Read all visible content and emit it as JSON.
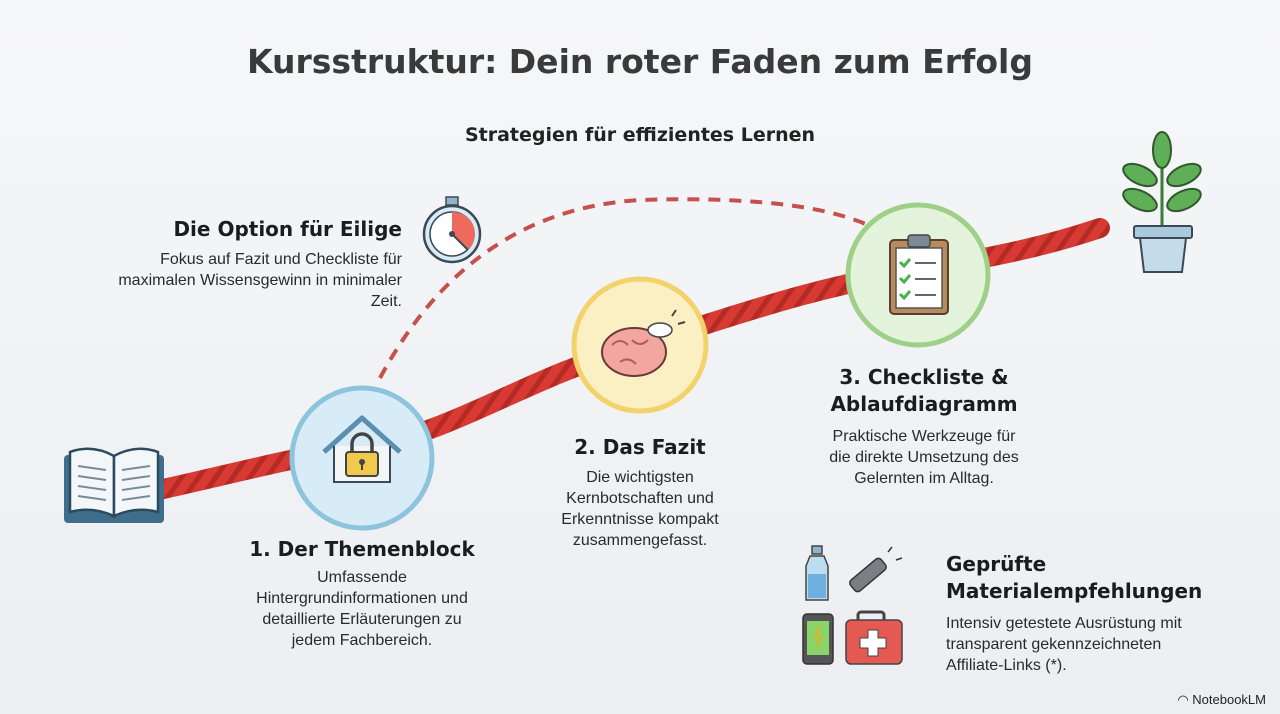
{
  "header": {
    "title": "Kursstruktur: Dein roter Faden zum Erfolg",
    "subtitle": "Strategien für effizientes Lernen"
  },
  "colors": {
    "rope": "#d63a32",
    "dashed": "#c8504c",
    "blue_node": "#d7ecf6",
    "yellow_node": "#fbefc4",
    "green_node": "#e3f3dc"
  },
  "fast_option": {
    "heading": "Die Option für Eilige",
    "lines": [
      "Fokus auf Fazit und Checkliste für",
      "maximalen Wissensgewinn in minimaler",
      "Zeit."
    ],
    "icon": "stopwatch-icon"
  },
  "steps": [
    {
      "heading": "1. Der Themenblock",
      "lines": [
        "Umfassende",
        "Hintergrundinformationen und",
        "detaillierte Erläuterungen zu",
        "jedem Fachbereich."
      ],
      "icon": "house-lock-icon"
    },
    {
      "heading": "2. Das Fazit",
      "lines": [
        "Die wichtigsten",
        "Kernbotschaften und",
        "Erkenntnisse kompakt",
        "zusammengefasst."
      ],
      "icon": "brain-icon"
    },
    {
      "heading_lines": [
        "3. Checkliste &",
        "Ablaufdiagramm"
      ],
      "lines": [
        "Praktische Werkzeuge für",
        "die direkte Umsetzung des",
        "Gelernten im Alltag."
      ],
      "icon": "clipboard-checklist-icon"
    }
  ],
  "materials": {
    "heading_lines": [
      "Geprüfte",
      "Materialempfehlungen"
    ],
    "lines": [
      "Intensiv getestete Ausrüstung mit",
      "transparent gekennzeichneten",
      "Affiliate-Links (*)."
    ],
    "icons": [
      "water-bottle-icon",
      "flashlight-icon",
      "phone-icon",
      "first-aid-kit-icon"
    ]
  },
  "brand": "NotebookLM"
}
